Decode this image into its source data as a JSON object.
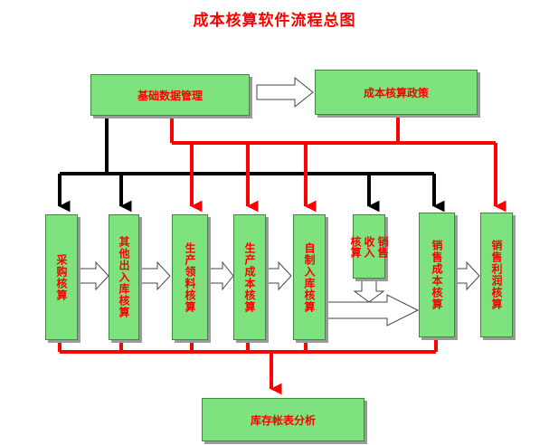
{
  "title": "成本核算软件流程总图",
  "nodes": {
    "basic_data": "基础数据管理",
    "cost_policy": "成本核算政策",
    "purchase": "采购核算",
    "other_io": "其他出入库核算",
    "production_material": "生产领料核算",
    "production_cost": "生产成本核算",
    "self_made": "自制入库核算",
    "sales_income": [
      "销售",
      "收入",
      "核算"
    ],
    "sales_cost": "销售成本核算",
    "sales_profit": "销售利润核算",
    "inventory_report": "库存帐表分析"
  }
}
